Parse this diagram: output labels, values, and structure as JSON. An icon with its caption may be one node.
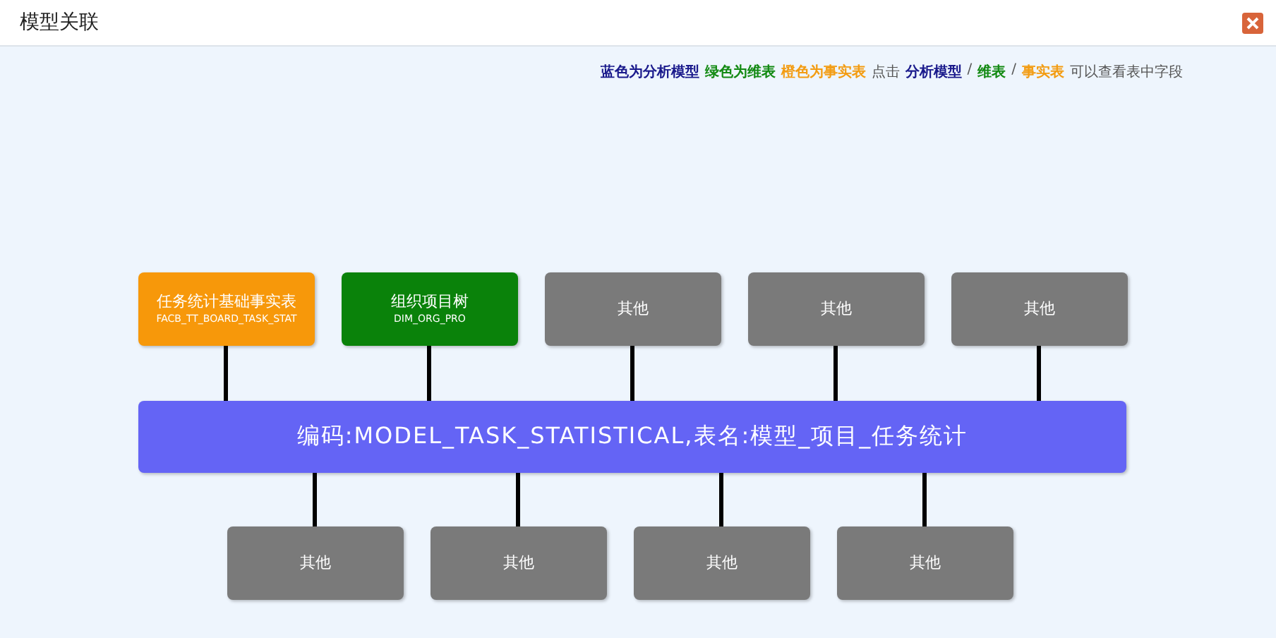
{
  "diagram": {
    "title": "模型关联",
    "nodes": [
      {
        "text": [
          "任务统计基础事实表",
          "FACB_TT_BOARD_TASK_STAT"
        ]
      },
      {
        "text": [
          "组织项目树",
          "DIM_ORG_PRO"
        ]
      },
      {
        "text": [
          "其他"
        ]
      },
      {
        "text": [
          "其他"
        ]
      },
      {
        "text": [
          "其他"
        ]
      },
      {
        "text": [
          "编码:MODEL_TASK_STATISTICAL,表名:模型_项目_任务统计"
        ]
      },
      {
        "text": [
          "其他"
        ]
      },
      {
        "text": [
          "其他"
        ]
      },
      {
        "text": [
          "其他"
        ]
      },
      {
        "text": [
          "其他"
        ]
      }
    ],
    "edges": [
      {
        "from": 0,
        "to": 5,
        "arrow": "none"
      },
      {
        "from": 1,
        "to": 5,
        "arrow": "none"
      },
      {
        "from": 2,
        "to": 5,
        "arrow": "none"
      },
      {
        "from": 3,
        "to": 5,
        "arrow": "none"
      },
      {
        "from": 4,
        "to": 5,
        "arrow": "none"
      },
      {
        "from": 5,
        "to": 6,
        "arrow": "none"
      },
      {
        "from": 5,
        "to": 7,
        "arrow": "none"
      },
      {
        "from": 5,
        "to": 8,
        "arrow": "none"
      },
      {
        "from": 5,
        "to": 9,
        "arrow": "none"
      }
    ],
    "labels": [
      "蓝色为分析模型",
      "绿色为维表",
      "橙色为事实表",
      "点击",
      "分析模型",
      "/",
      "维表",
      "/",
      "事实表",
      "可以查看表中字段"
    ]
  }
}
